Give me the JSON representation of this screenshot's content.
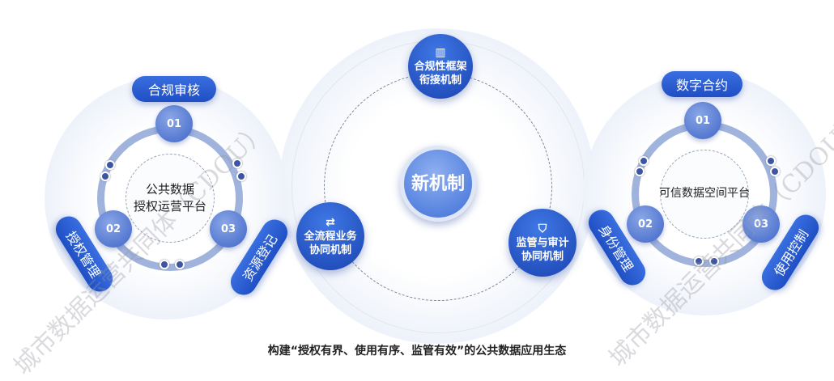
{
  "watermark": "城市数据运营共同体（CDOU）",
  "left_platform": {
    "title": "公共数据授权运营平台",
    "title_lines": [
      "公共数据",
      "授权运营平台"
    ],
    "steps": [
      {
        "number": "01",
        "label": "合规审核"
      },
      {
        "number": "02",
        "label": "授权管理"
      },
      {
        "number": "03",
        "label": "资源登记"
      }
    ]
  },
  "center": {
    "title": "新机制",
    "nodes": [
      {
        "icon": "books-icon",
        "lines": [
          "合规性框架",
          "衔接机制"
        ]
      },
      {
        "icon": "flow-icon",
        "lines": [
          "全流程业务",
          "协同机制"
        ]
      },
      {
        "icon": "shield-check-icon",
        "lines": [
          "监管与审计",
          "协同机制"
        ]
      }
    ]
  },
  "right_platform": {
    "title": "可信数据空间平台",
    "steps": [
      {
        "number": "01",
        "label": "数字合约"
      },
      {
        "number": "02",
        "label": "身份管理"
      },
      {
        "number": "03",
        "label": "使用控制"
      }
    ]
  },
  "caption": "构建“授权有界、使用有序、监管有效”的公共数据应用生态",
  "colors": {
    "primary": "#2458d0",
    "ring": "#9fb3dd",
    "node_light": "#8aa6e6"
  }
}
